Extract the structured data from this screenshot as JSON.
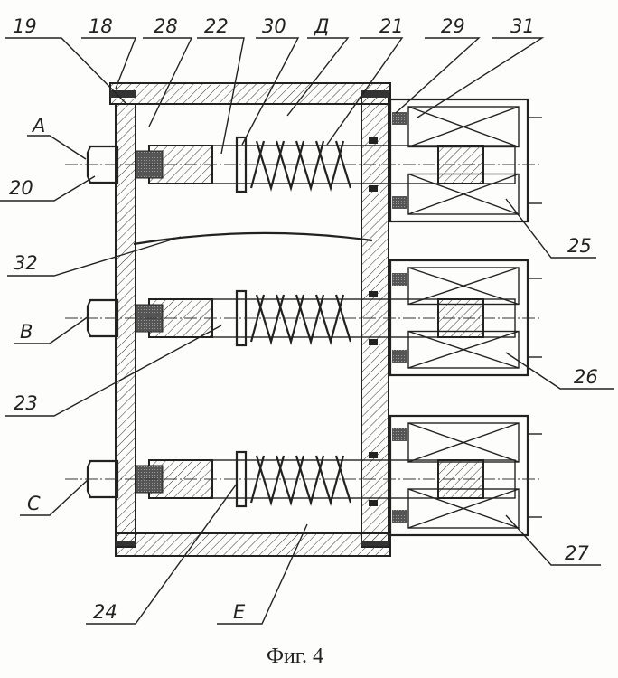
{
  "figure": {
    "caption": "Фиг. 4",
    "labels": {
      "l19": "19",
      "l18": "18",
      "l28": "28",
      "l22": "22",
      "l30": "30",
      "lD": "Д",
      "l21": "21",
      "l29": "29",
      "l31": "31",
      "lA": "A",
      "l20": "20",
      "l32": "32",
      "lB": "B",
      "l23": "23",
      "lC": "C",
      "l24": "24",
      "lE": "E",
      "l25": "25",
      "l26": "26",
      "l27": "27"
    }
  }
}
